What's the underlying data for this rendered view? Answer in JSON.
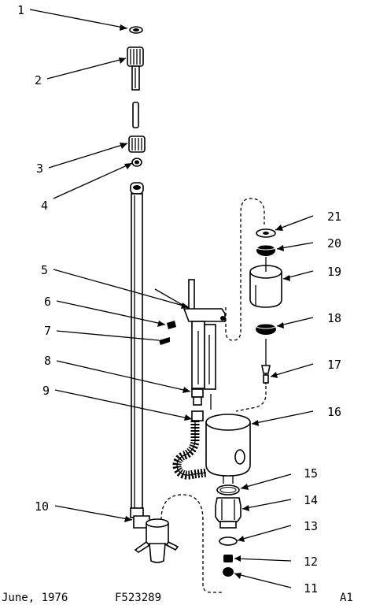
{
  "callouts": {
    "c1": "1",
    "c2": "2",
    "c3": "3",
    "c4": "4",
    "c5": "5",
    "c6": "6",
    "c7": "7",
    "c8": "8",
    "c9": "9",
    "c10": "10",
    "c11": "11",
    "c12": "12",
    "c13": "13",
    "c14": "14",
    "c15": "15",
    "c16": "16",
    "c17": "17",
    "c18": "18",
    "c19": "19",
    "c20": "20",
    "c21": "21"
  },
  "footer": {
    "date": "June, 1976",
    "code": "F523289",
    "sheet": "A1"
  }
}
